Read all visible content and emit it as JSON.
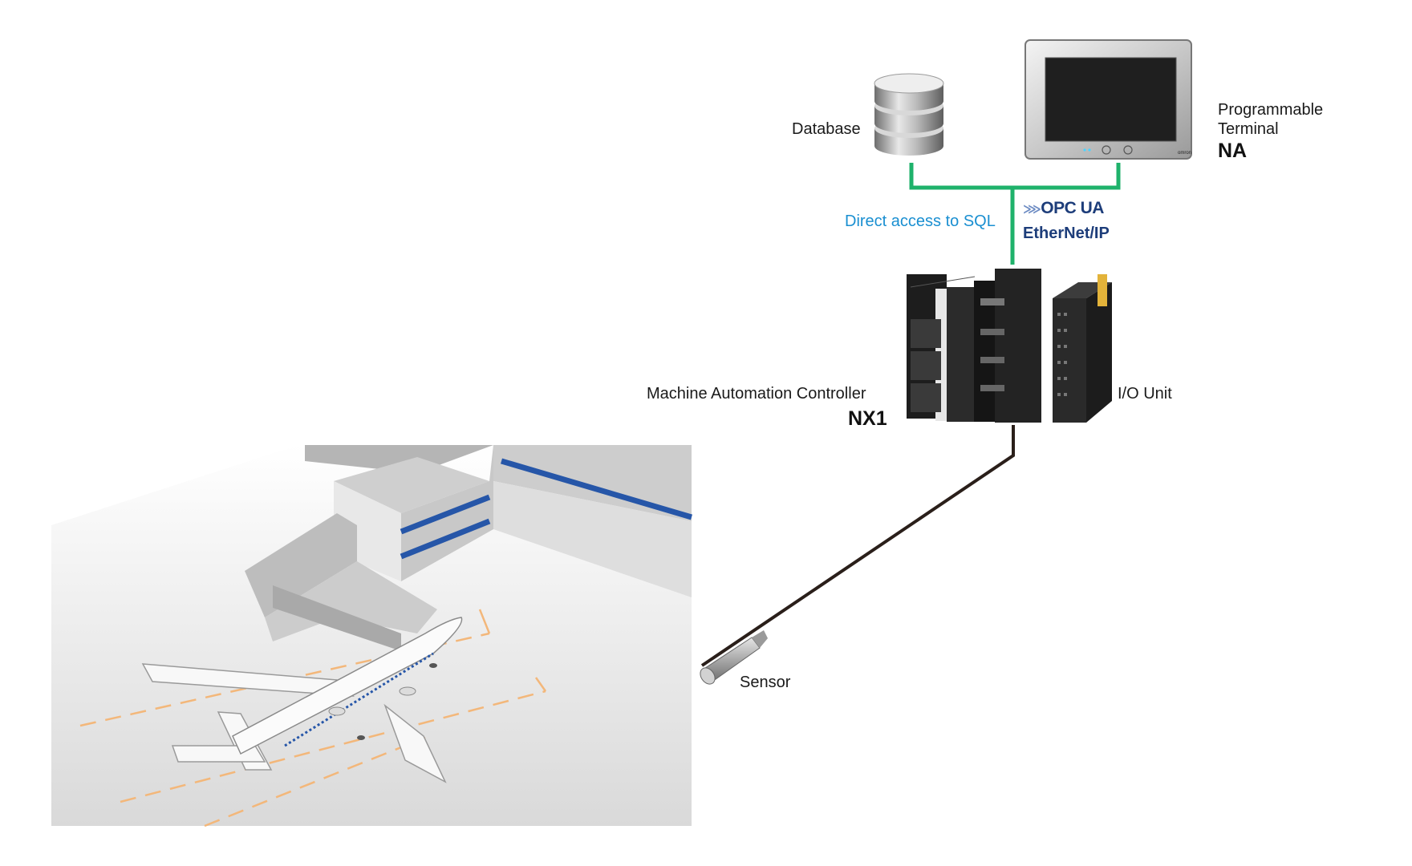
{
  "devices": {
    "database": {
      "label": "Database"
    },
    "terminal": {
      "label_line1": "Programmable",
      "label_line2": "Terminal",
      "model": "NA",
      "brand": "omron"
    },
    "controller": {
      "label": "Machine Automation Controller",
      "model": "NX1"
    },
    "io_unit": {
      "label": "I/O Unit"
    },
    "sensor": {
      "label": "Sensor"
    }
  },
  "network": {
    "sql_label": "Direct access to SQL",
    "protocols": [
      "OPC UA",
      "EtherNet/IP"
    ]
  },
  "colors": {
    "network_line": "#1fb26b",
    "sensor_cable": "#2a1f1a",
    "sql_text": "#1a8fd1",
    "protocol_text": "#1d3d7a",
    "window_stripe": "#2656a8",
    "runway_marking": "#f3b77a"
  }
}
